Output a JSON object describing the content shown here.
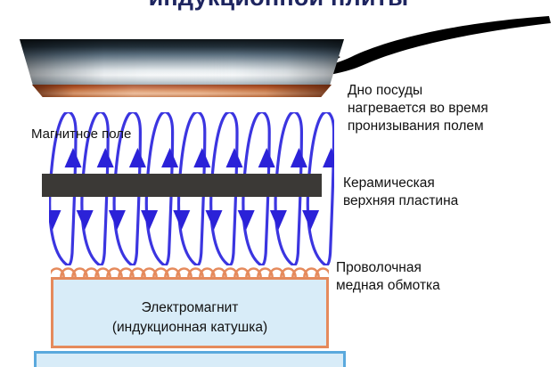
{
  "title": "индукционной плиты",
  "colors": {
    "title": "#1e2560",
    "field_line": "#3b35e0",
    "ceramic_plate": "#3b3936",
    "copper_coil": "#e58a5c",
    "box_fill": "#d8ecf8",
    "box_border_orange": "#e58a5c",
    "box_border_blue": "#5aa9dd",
    "pan_copper": "#c06e3c",
    "label_text": "#111111"
  },
  "labels": {
    "pan_bottom": "Дно посуды\nнагревается во время\nпронизывания полем",
    "ceramic": "Керамическая\nверхняя пластина",
    "coil": "Проволочная\nмедная обмотка",
    "magnetic_field": "Магнитное поле",
    "electromagnet": "Электромагнит\n(индукционная катушка)"
  },
  "icons": {
    "pan": "frying-pan-icon",
    "field": "magnetic-field-icon",
    "coil": "copper-coil-icon"
  },
  "diagram": {
    "field_loop_count": 9,
    "coil_turn_count": 24,
    "arrow_up_direction": "up",
    "arrow_down_direction": "down"
  }
}
